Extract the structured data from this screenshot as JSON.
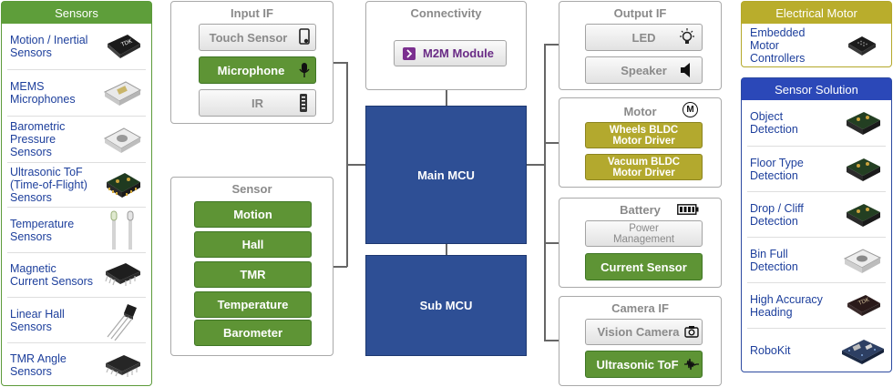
{
  "sensors_panel": {
    "title": "Sensors",
    "items": [
      {
        "label": "Motion / Inertial Sensors",
        "icon": "motion-sensor-chip-icon"
      },
      {
        "label": "MEMS Microphones",
        "icon": "mems-microphone-chip-icon"
      },
      {
        "label": "Barometric Pressure Sensors",
        "icon": "pressure-sensor-chip-icon"
      },
      {
        "label": "Ultrasonic ToF (Time-of-Flight) Sensors",
        "icon": "tof-sensor-chip-icon"
      },
      {
        "label": "Temperature Sensors",
        "icon": "thermistor-icon"
      },
      {
        "label": "Magnetic Current Sensors",
        "icon": "current-sensor-chip-icon"
      },
      {
        "label": "Linear Hall Sensors",
        "icon": "hall-sensor-chip-icon"
      },
      {
        "label": "TMR Angle Sensors",
        "icon": "tmr-sensor-chip-icon"
      }
    ]
  },
  "input_if": {
    "title": "Input IF",
    "buttons": [
      {
        "label": "Touch Sensor",
        "icon": "touch-icon"
      },
      {
        "label": "Microphone",
        "icon": "microphone-icon"
      },
      {
        "label": "IR",
        "icon": "remote-control-icon"
      }
    ]
  },
  "connectivity": {
    "title": "Connectivity",
    "module": "M2M Module"
  },
  "sensor_group": {
    "title": "Sensor",
    "buttons": [
      "Motion",
      "Hall",
      "TMR",
      "Temperature",
      "Barometer"
    ]
  },
  "mcu": {
    "main": "Main MCU",
    "sub": "Sub MCU"
  },
  "output_if": {
    "title": "Output IF",
    "buttons": [
      {
        "label": "LED",
        "icon": "light-bulb-icon"
      },
      {
        "label": "Speaker",
        "icon": "speaker-icon"
      }
    ]
  },
  "motor": {
    "title": "Motor",
    "badge": "M",
    "drivers": [
      {
        "line1": "Wheels BLDC",
        "line2": "Motor Driver"
      },
      {
        "line1": "Vacuum BLDC",
        "line2": "Motor Driver"
      }
    ]
  },
  "battery": {
    "title": "Battery",
    "power_line1": "Power",
    "power_line2": "Management",
    "current_sensor": "Current Sensor"
  },
  "camera_if": {
    "title": "Camera IF",
    "vision": "Vision Camera",
    "tof": "Ultrasonic ToF"
  },
  "electrical_motor_panel": {
    "title": "Electrical Motor",
    "items": [
      {
        "label": "Embedded Motor Controllers",
        "icon": "motor-controller-chip-icon"
      }
    ]
  },
  "sensor_solution_panel": {
    "title": "Sensor Solution",
    "items": [
      {
        "label": "Object Detection",
        "icon": "object-detection-module-icon"
      },
      {
        "label": "Floor Type Detection",
        "icon": "floor-detection-module-icon"
      },
      {
        "label": "Drop / Cliff Detection",
        "icon": "cliff-detection-module-icon"
      },
      {
        "label": "Bin Full Detection",
        "icon": "bin-full-module-icon"
      },
      {
        "label": "High Accuracy Heading",
        "icon": "heading-sensor-chip-icon"
      },
      {
        "label": "RoboKit",
        "icon": "robokit-board-icon"
      }
    ]
  },
  "colors": {
    "green_accent": "#5e9e3a",
    "blue_accent": "#2b48b8",
    "olive_accent": "#b9ad2c",
    "mcu_blue": "#2e4f95",
    "link_blue": "#1d3f9c"
  }
}
